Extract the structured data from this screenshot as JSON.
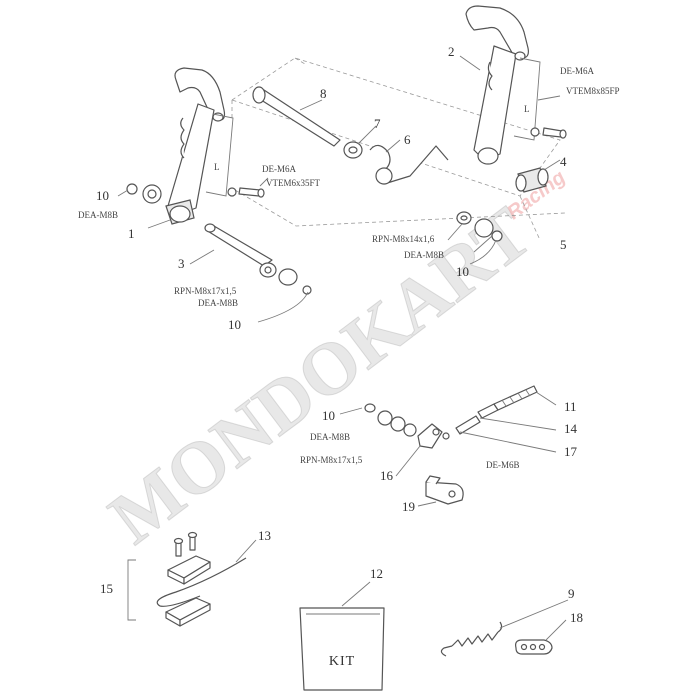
{
  "watermark": {
    "brand": "MONDOKART",
    "sub": "Racing"
  },
  "dimensions": {
    "dim_a": "L",
    "dim_b": "L"
  },
  "kit": {
    "label": "KIT"
  },
  "labels": {
    "n1": "1",
    "n2": "2",
    "n3": "3",
    "n4": "4",
    "n5": "5",
    "n6": "6",
    "n7": "7",
    "n8": "8",
    "n9": "9",
    "n10a": "10",
    "n10b": "10",
    "n10c": "10",
    "n10d": "10",
    "n11": "11",
    "n12": "12",
    "n13": "13",
    "n14": "14",
    "n15": "15",
    "n16": "16",
    "n17": "17",
    "n18": "18",
    "n19": "19"
  },
  "codes": {
    "dea_m8b_a": "DEA-M8B",
    "dea_m8b_b": "DEA-M8B",
    "dea_m8b_c": "DEA-M8B",
    "dea_m8b_d": "DEA-M8B",
    "de_m6a_a": "DE-M6A",
    "de_m6a_b": "DE-M6A",
    "vtem6x35ft": "VTEM6x35FT",
    "vtem8x85fp": "VTEM8x85FP",
    "rpn_m8x17x15_a": "RPN-M8x17x1,5",
    "rpn_m8x17x15_b": "RPN-M8x17x1,5",
    "rpn_m8x14x16": "RPN-M8x14x1,6",
    "de_m6b": "DE-M6B"
  }
}
